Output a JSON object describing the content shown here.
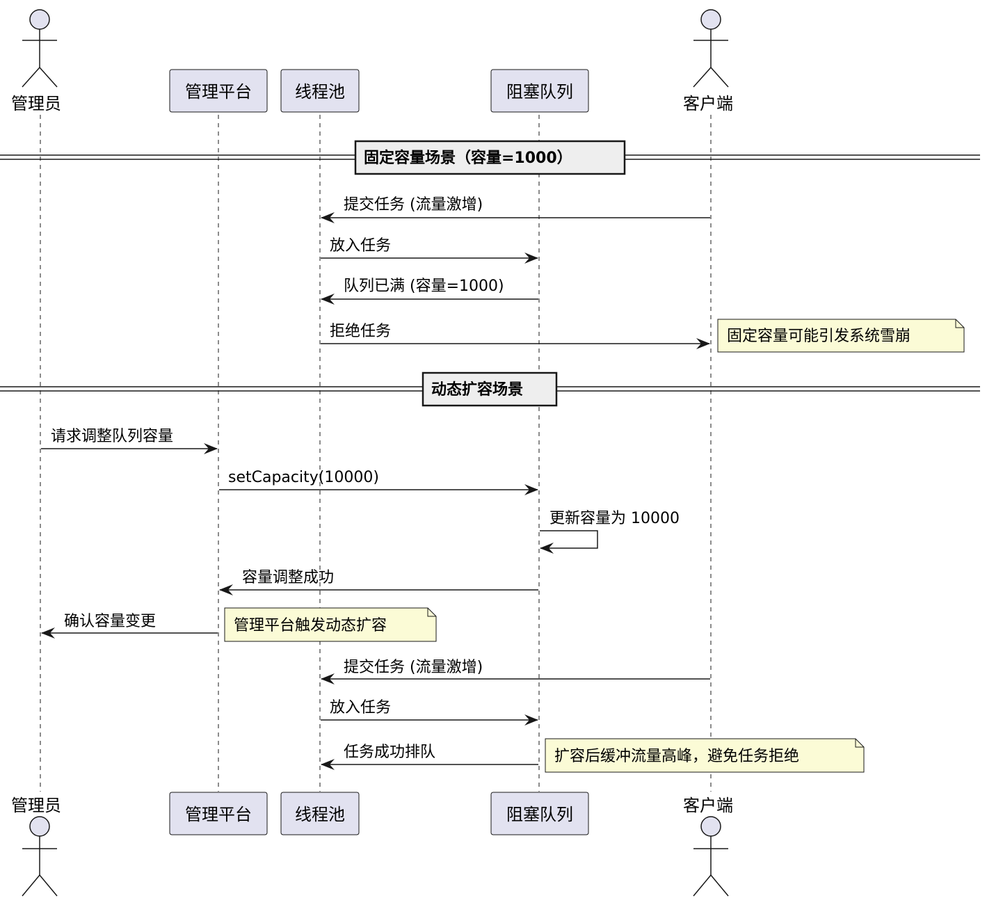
{
  "participants": {
    "admin": {
      "label": "管理员",
      "kind": "actor"
    },
    "platform": {
      "label": "管理平台",
      "kind": "box"
    },
    "threadpool": {
      "label": "线程池",
      "kind": "box"
    },
    "queue": {
      "label": "阻塞队列",
      "kind": "box"
    },
    "client": {
      "label": "客户端",
      "kind": "actor"
    }
  },
  "sections": {
    "fixed": {
      "label": "固定容量场景（容量=1000）"
    },
    "dynamic": {
      "label": "动态扩容场景"
    }
  },
  "messages": [
    {
      "from": "client",
      "to": "threadpool",
      "label": "提交任务 (流量激增)"
    },
    {
      "from": "threadpool",
      "to": "queue",
      "label": "放入任务"
    },
    {
      "from": "queue",
      "to": "threadpool",
      "label": "队列已满 (容量=1000)"
    },
    {
      "from": "threadpool",
      "to": "client",
      "label": "拒绝任务"
    },
    {
      "from": "admin",
      "to": "platform",
      "label": "请求调整队列容量"
    },
    {
      "from": "platform",
      "to": "queue",
      "label": "setCapacity(10000)"
    },
    {
      "from": "queue",
      "to": "queue",
      "label": "更新容量为 10000"
    },
    {
      "from": "queue",
      "to": "platform",
      "label": "容量调整成功"
    },
    {
      "from": "platform",
      "to": "admin",
      "label": "确认容量变更"
    },
    {
      "from": "client",
      "to": "threadpool",
      "label": "提交任务 (流量激增)"
    },
    {
      "from": "threadpool",
      "to": "queue",
      "label": "放入任务"
    },
    {
      "from": "queue",
      "to": "threadpool",
      "label": "任务成功排队"
    }
  ],
  "notes": {
    "avalanche": {
      "label": "固定容量可能引发系统雪崩"
    },
    "platform_trigger": {
      "label": "管理平台触发动态扩容"
    },
    "buffer_peak": {
      "label": "扩容后缓冲流量高峰，避免任务拒绝"
    }
  },
  "colors": {
    "participant_fill": "#e2e2f0",
    "note_fill": "#fbfbd6",
    "separator_fill": "#eeeeee",
    "actor_head": "#e2e2f0",
    "line": "#181818"
  }
}
